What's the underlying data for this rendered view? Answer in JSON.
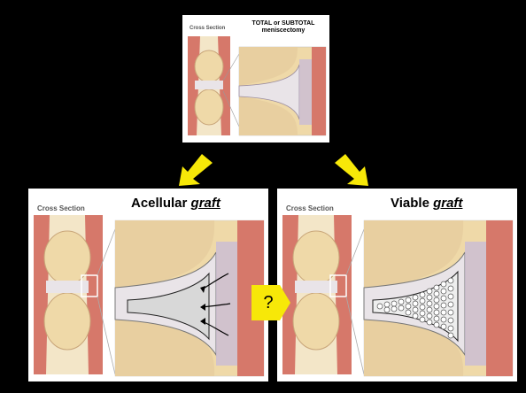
{
  "top_panel": {
    "cross_section_label": "Cross Section",
    "title_line1": "TOTAL or SUBTOTAL",
    "title_line2": "meniscectomy"
  },
  "left_panel": {
    "cross_section_label": "Cross Section",
    "title_prefix": "Acellular ",
    "title_emph": "graft"
  },
  "right_panel": {
    "cross_section_label": "Cross Section",
    "title_prefix": "Viable ",
    "title_emph": "graft"
  },
  "question_mark": "?",
  "colors": {
    "arrow": "#f7e808",
    "bone": "#efd9a8",
    "muscle": "#d6786a",
    "cartilage": "#e9e4e8"
  }
}
